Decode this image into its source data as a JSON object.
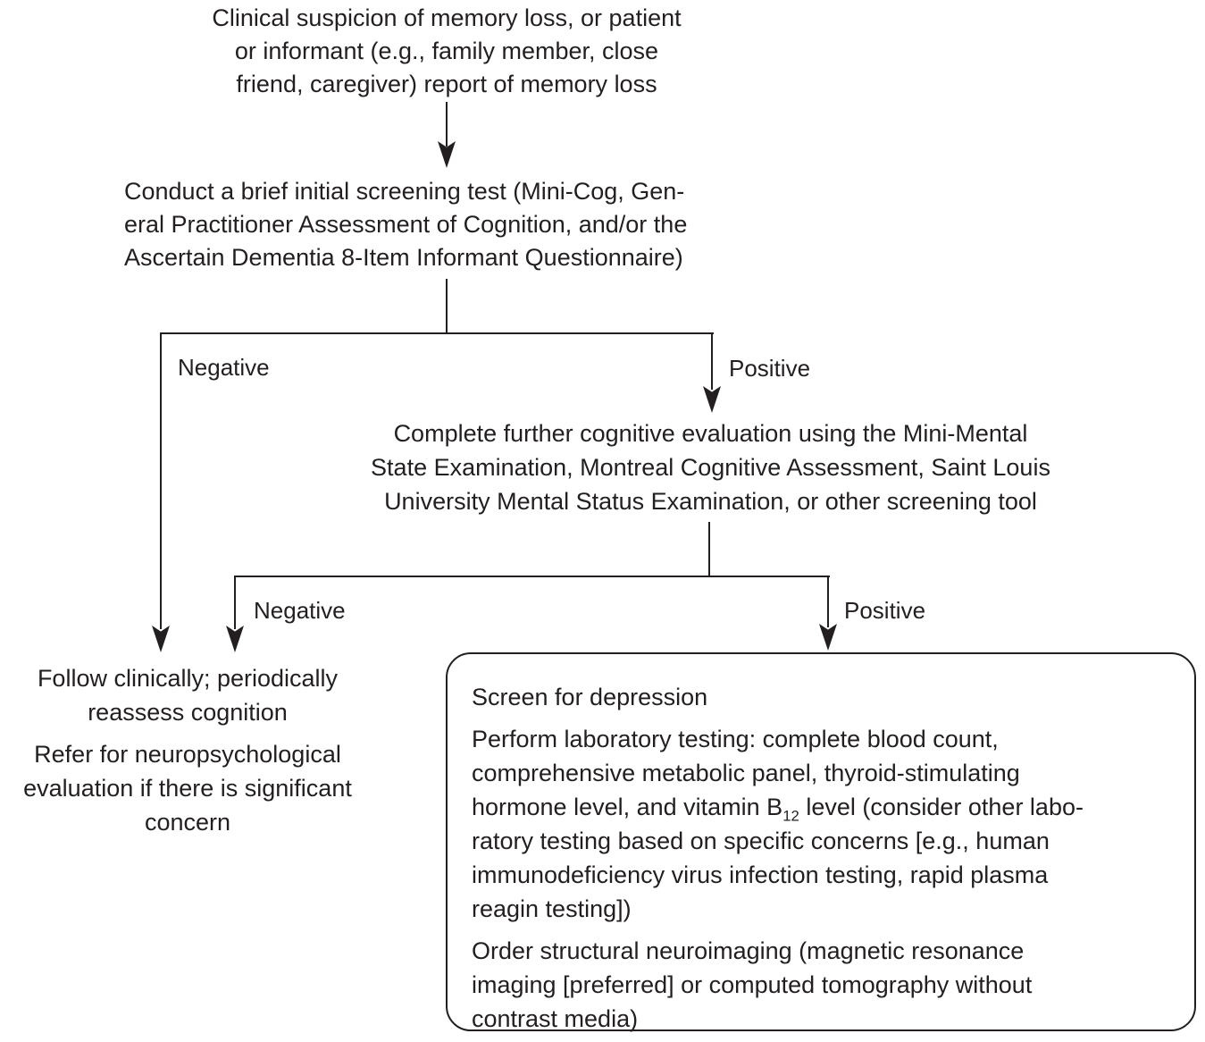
{
  "colors": {
    "ink": "#231f20",
    "background": "#ffffff"
  },
  "flowchart": {
    "node_suspicion": {
      "lines": [
        "Clinical suspicion of memory loss, or patient",
        "or informant (e.g., family member, close",
        "friend, caregiver) report of memory loss"
      ]
    },
    "node_initial_screening": {
      "lines": [
        "Conduct a brief initial screening test (Mini-Cog, Gen-",
        "eral Practitioner Assessment of Cognition, and/or the",
        "Ascertain Dementia 8-Item Informant Questionnaire)"
      ]
    },
    "node_further_evaluation": {
      "lines": [
        "Complete further cognitive evaluation using the Mini-Mental",
        "State Examination, Montreal Cognitive Assessment, Saint Louis",
        "University Mental Status Examination, or other screening tool"
      ]
    },
    "branch_labels": {
      "branch1_negative": "Negative",
      "branch1_positive": "Positive",
      "branch2_negative": "Negative",
      "branch2_positive": "Positive"
    },
    "node_follow_clinically": {
      "paragraphs": [
        [
          "Follow clinically; periodically",
          "reassess cognition"
        ],
        [
          "Refer for neuropsychological",
          "evaluation if there is significant",
          "concern"
        ]
      ]
    },
    "node_workup": {
      "paragraphs": [
        [
          "Screen for depression"
        ],
        [
          "Perform laboratory testing: complete blood count,",
          "comprehensive metabolic panel, thyroid-stimulating",
          [
            {
              "t": "hormone level, and vitamin B"
            },
            {
              "t": "12",
              "sub": true
            },
            {
              "t": " level (consider other labo-"
            }
          ],
          "ratory testing based on specific concerns [e.g., human",
          "immunodeficiency virus infection testing, rapid plasma",
          "reagin testing])"
        ],
        [
          "Order structural neuroimaging (magnetic resonance",
          "imaging [preferred] or computed tomography without",
          "contrast media)"
        ]
      ]
    }
  }
}
